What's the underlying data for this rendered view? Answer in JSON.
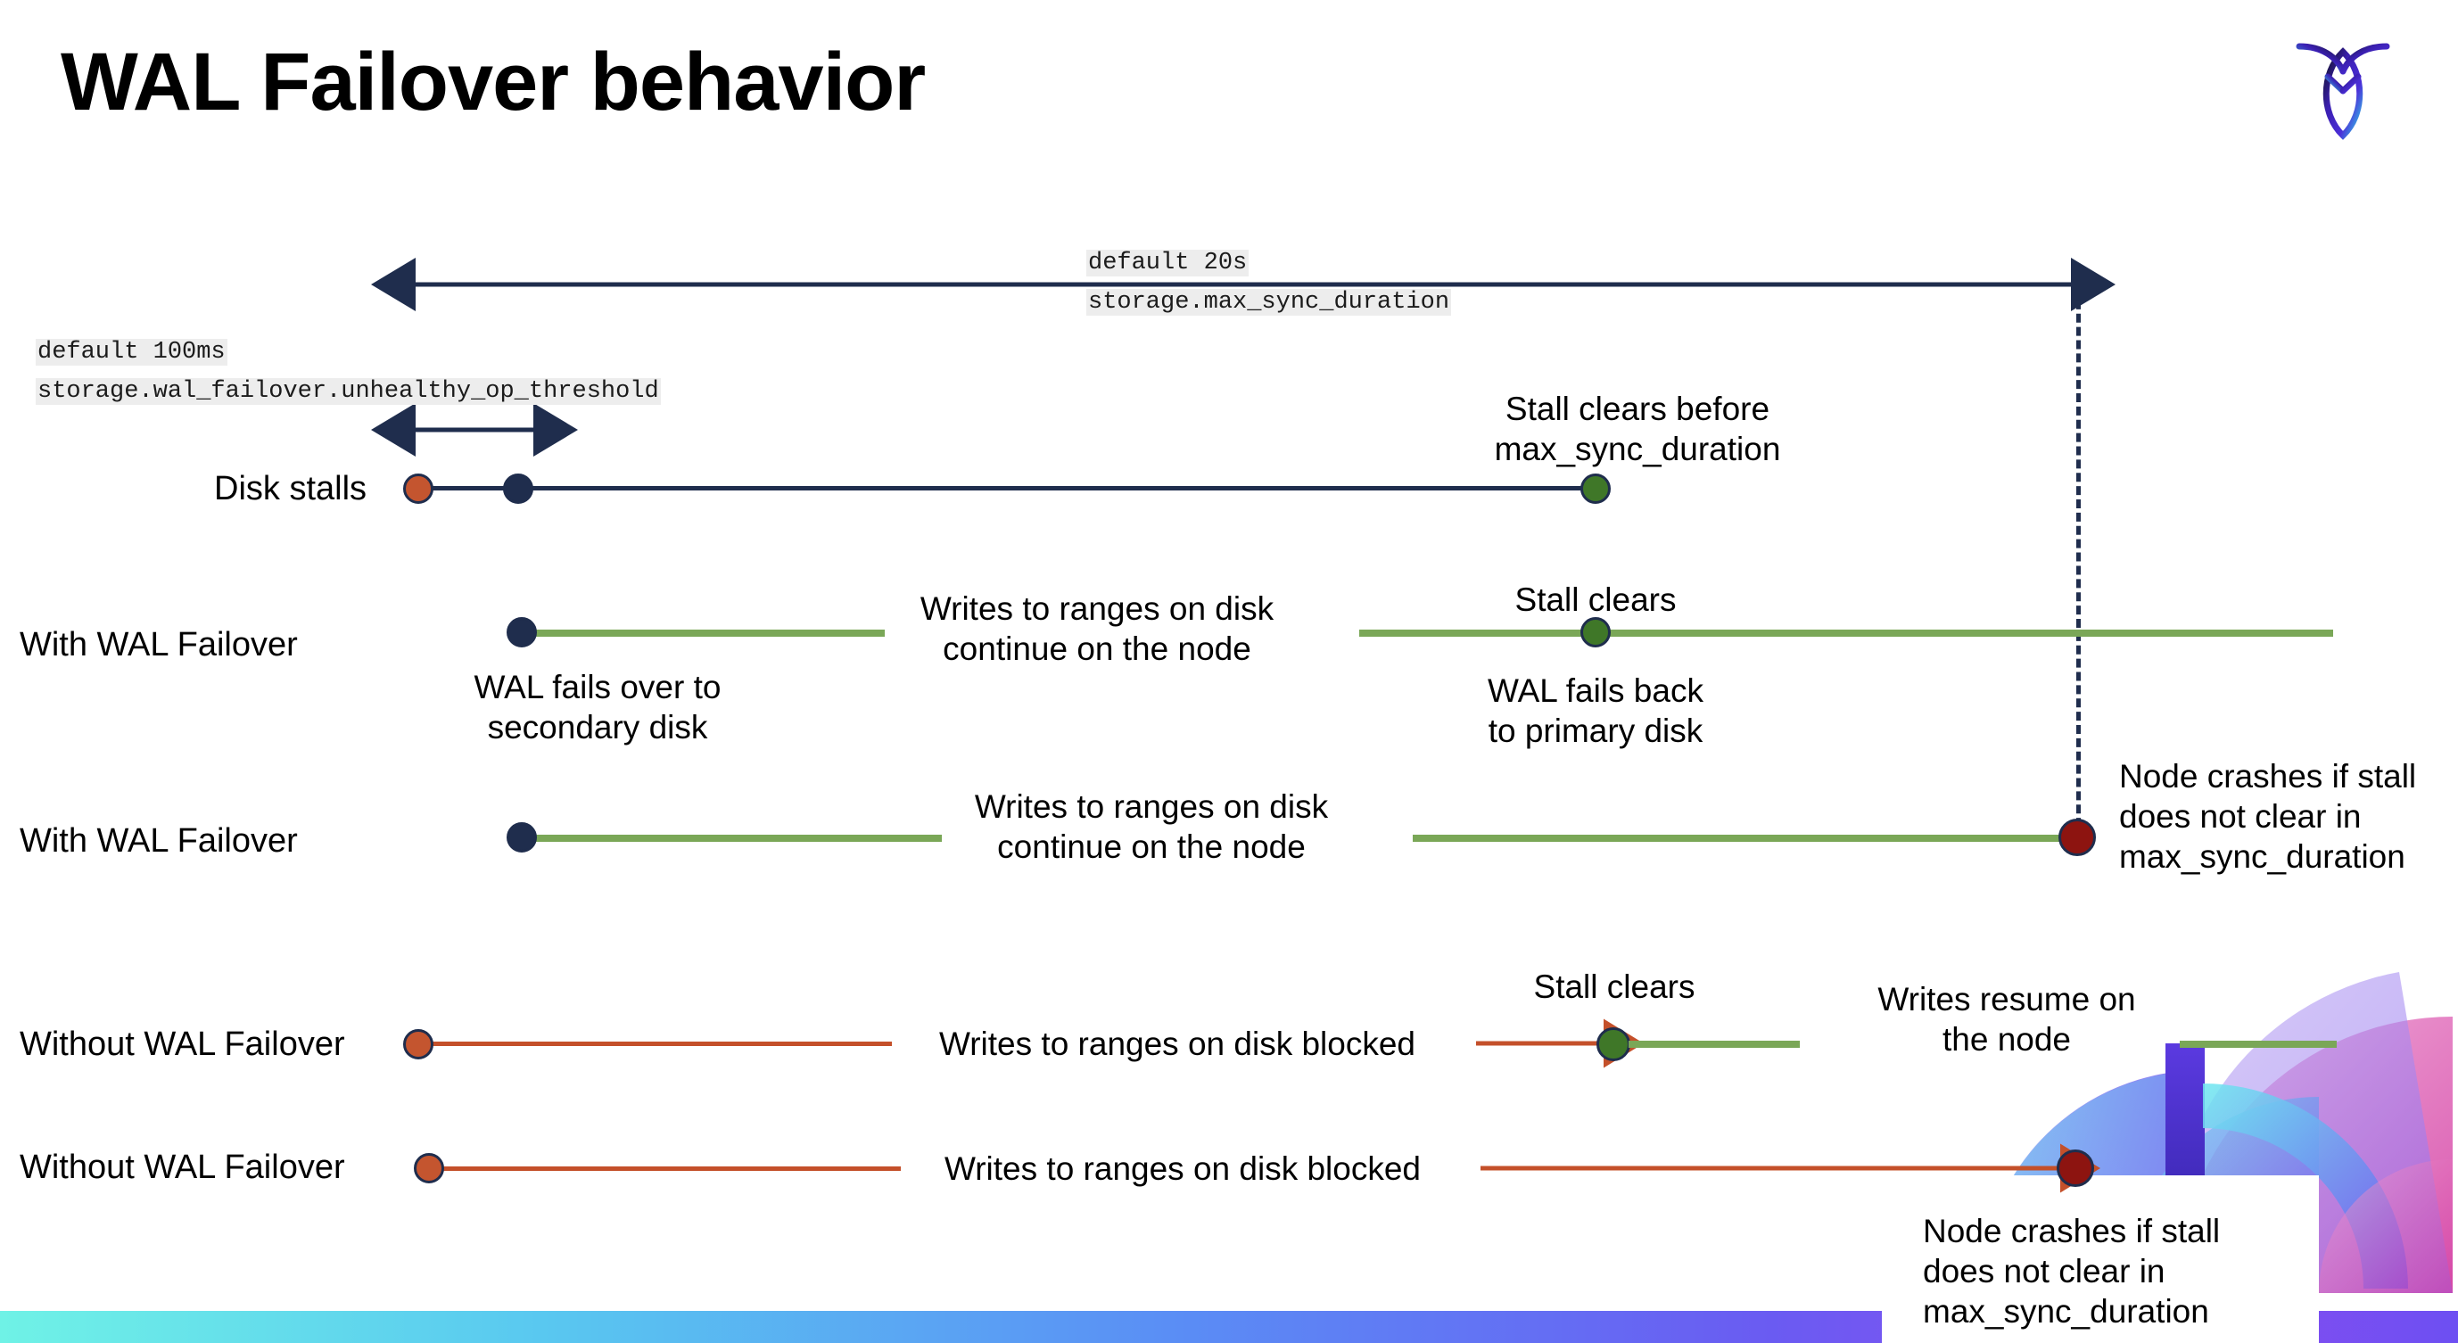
{
  "slide": {
    "title": "WAL Failover behavior",
    "logo_icon": "cockroach-labs-logo-icon"
  },
  "annotations": {
    "max_sync_default": "default 20s",
    "max_sync_setting": "storage.max_sync_duration",
    "unhealthy_default": "default 100ms",
    "unhealthy_setting": "storage.wal_failover.unhealthy_op_threshold"
  },
  "rows": [
    {
      "id": "disk-stalls",
      "label": "Disk stalls",
      "note_above": "Stall clears before\nmax_sync_duration"
    },
    {
      "id": "with-wal-failover-clears",
      "label": "With WAL Failover",
      "note_left_below": "WAL fails over to\nsecondary disk",
      "note_mid": "Writes to ranges on disk\ncontinue on the node",
      "note_above": "Stall clears",
      "note_below": "WAL fails  back\nto primary disk"
    },
    {
      "id": "with-wal-failover-crash",
      "label": "With WAL Failover",
      "note_mid": "Writes to ranges on disk\ncontinue on the node",
      "note_right": "Node crashes if stall\ndoes not clear in\nmax_sync_duration"
    },
    {
      "id": "without-wal-failover-clears",
      "label": "Without WAL Failover",
      "note_mid": "Writes to ranges on disk  blocked",
      "note_above": "Stall clears",
      "note_right": "Writes resume on\nthe node"
    },
    {
      "id": "without-wal-failover-crash",
      "label": "Without WAL Failover",
      "note_mid": "Writes to ranges on disk  blocked",
      "note_right": "Node crashes if stall\ndoes not clear in\nmax_sync_duration"
    }
  ],
  "colors": {
    "navy": "#1f2d4d",
    "green_line": "#7aa757",
    "green_dot": "#3f7728",
    "orange_dot": "#c4552f",
    "red_line": "#c4502a",
    "dark_red_dot": "#8d1410",
    "code_bg": "#ededed"
  }
}
